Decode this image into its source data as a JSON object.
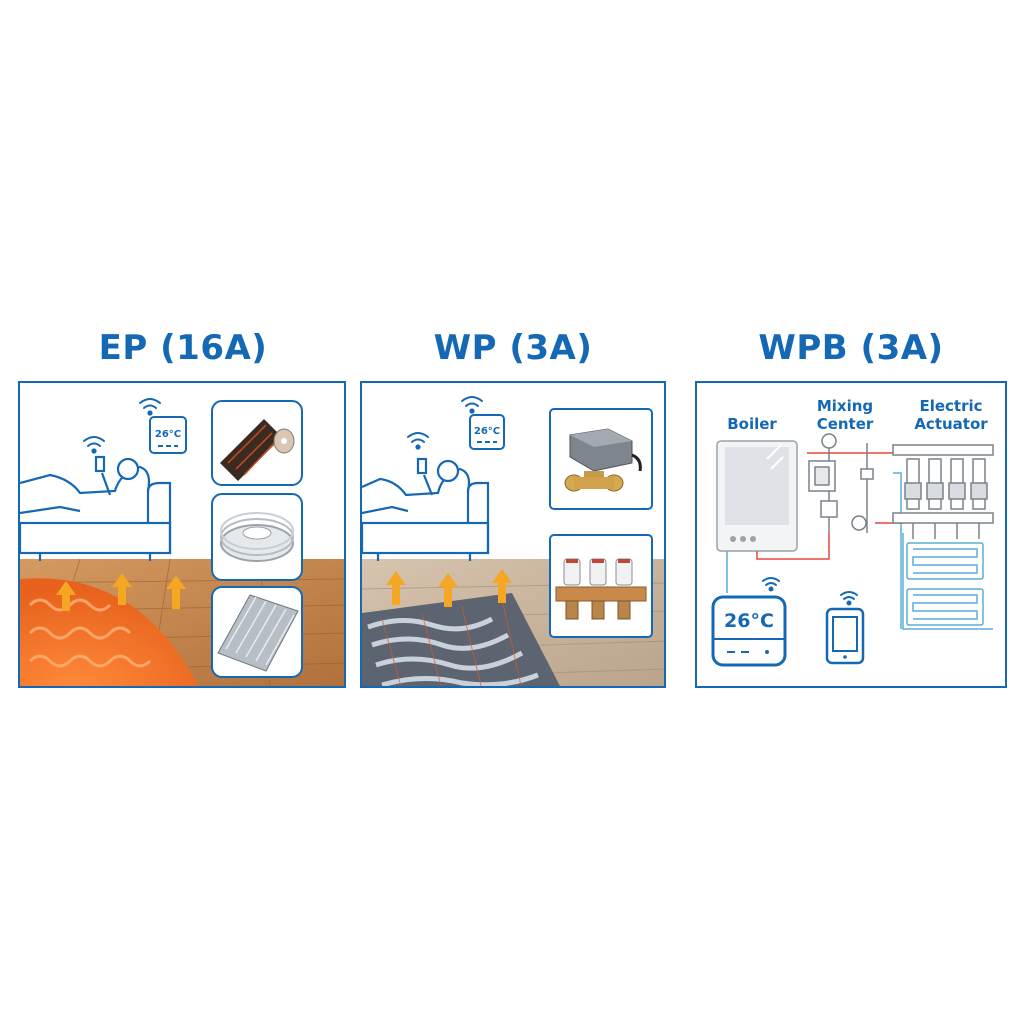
{
  "panels": [
    {
      "title": "EP (16A)",
      "thermostat": "26°C",
      "colors": {
        "floor": "#c9884f",
        "heat": "#f07a2a"
      }
    },
    {
      "title": "WP (3A)",
      "thermostat": "26°C",
      "colors": {
        "floor": "#c8b49e",
        "pipes": "#9aa6b1"
      }
    },
    {
      "title": "WPB (3A)",
      "thermostat": "26°C",
      "labels": {
        "boiler": "Boiler",
        "mixing": "Mixing\nCenter",
        "actuator": "Electric\nActuator"
      },
      "colors": {
        "hot_line": "#e0483a",
        "cold_line": "#5aaed6"
      }
    }
  ],
  "colors": {
    "accent": "#1468b4",
    "arrow": "#f5a623"
  },
  "icons": [
    "wifi-icon",
    "thermostat-icon",
    "person-on-sofa-icon",
    "heat-arrow-icon",
    "heating-film-roll-icon",
    "cable-coil-icon",
    "heating-mat-icon",
    "zone-valve-icon",
    "manifold-actuator-icon",
    "boiler-icon",
    "mixing-center-icon",
    "electric-actuator-icon",
    "smartphone-icon"
  ]
}
